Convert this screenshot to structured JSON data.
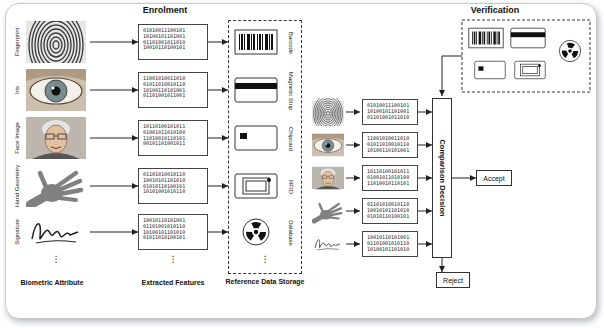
{
  "diagram": {
    "nodes": [
      {
        "text": [
          "Fingerprint"
        ]
      },
      {
        "text": [
          "Iris"
        ]
      },
      {
        "text": [
          "Face Image"
        ]
      },
      {
        "text": [
          "Hand Geometry"
        ]
      },
      {
        "text": [
          "Signature"
        ]
      },
      {
        "text": [
          "01010011100101 10100101101001 01101001011010 10010110100101"
        ]
      },
      {
        "text": [
          "11001010011010 01011010010110 10100110101001 01101001011001"
        ]
      },
      {
        "text": [
          "10110100101011 01001011010100 11010010110101 00101101001011"
        ]
      },
      {
        "text": [
          "01101010010110 10010101101010 01010110100101 10101001010110"
        ]
      },
      {
        "text": [
          "10010110101001 01101001010110 10100101101010 01011010100101"
        ]
      },
      {
        "text": [
          "Reference Data Storage"
        ]
      },
      {
        "text": [
          "Barcode"
        ],
        "in": 10
      },
      {
        "text": [
          "Magnetic Strip"
        ],
        "in": 10
      },
      {
        "text": [
          "Chipcard"
        ],
        "in": 10
      },
      {
        "text": [
          "RFID"
        ],
        "in": 10
      },
      {
        "text": [
          "Database"
        ],
        "in": 10
      },
      {
        "text": [
          "01010011100101 10100101101001 01101001011010"
        ]
      },
      {
        "text": [
          "11001010011010 01011010010110 10100110101001"
        ]
      },
      {
        "text": [
          "10110100101011 01001011010100 11010010110101"
        ]
      },
      {
        "text": [
          "01101010010110 10010101101010 01010110100101"
        ]
      },
      {
        "text": [
          "10010110101001 01101001010110 10100101101010"
        ]
      },
      {
        "text": [
          "Comparison Decision"
        ]
      },
      {
        "text": [
          "Accept"
        ]
      },
      {
        "text": [
          "Reject"
        ]
      }
    ],
    "edges": [
      {
        "from": 0,
        "to": 5,
        "arrow": "to"
      },
      {
        "from": 1,
        "to": 6,
        "arrow": "to"
      },
      {
        "from": 2,
        "to": 7,
        "arrow": "to"
      },
      {
        "from": 3,
        "to": 8,
        "arrow": "to"
      },
      {
        "from": 4,
        "to": 9,
        "arrow": "to"
      },
      {
        "from": 5,
        "to": 10,
        "arrow": "to"
      },
      {
        "from": 6,
        "to": 10,
        "arrow": "to"
      },
      {
        "from": 7,
        "to": 10,
        "arrow": "to"
      },
      {
        "from": 8,
        "to": 10,
        "arrow": "to"
      },
      {
        "from": 9,
        "to": 10,
        "arrow": "to"
      },
      {
        "from": 16,
        "to": 21,
        "arrow": "to"
      },
      {
        "from": 17,
        "to": 21,
        "arrow": "to"
      },
      {
        "from": 18,
        "to": 21,
        "arrow": "to"
      },
      {
        "from": 19,
        "to": 21,
        "arrow": "to"
      },
      {
        "from": 20,
        "to": 21,
        "arrow": "to"
      },
      {
        "from": 21,
        "to": 22,
        "arrow": "to"
      },
      {
        "from": 21,
        "to": 23,
        "arrow": "to"
      }
    ],
    "labels": [
      "Enrolment",
      "Verification",
      "⋮",
      "⋮",
      "⋮",
      "Biometric Attribute",
      "Extracted Features"
    ]
  }
}
